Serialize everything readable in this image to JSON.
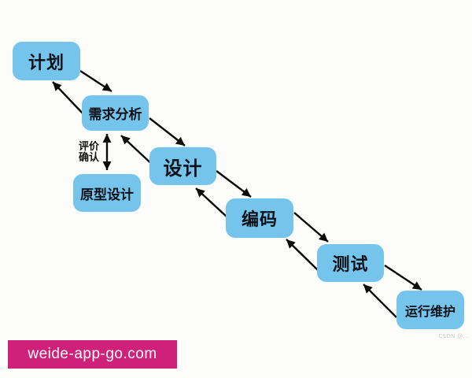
{
  "page": {
    "background": "#fcfcfa"
  },
  "diagram": {
    "type": "flow",
    "title": "",
    "nodes": {
      "plan": {
        "label": "计划"
      },
      "requirements": {
        "label": "需求分析"
      },
      "prototype": {
        "label": "原型设计"
      },
      "design": {
        "label": "设计"
      },
      "coding": {
        "label": "编码"
      },
      "testing": {
        "label": "测试"
      },
      "maintenance": {
        "label": "运行维护"
      }
    },
    "feedback_label": {
      "line1": "评价",
      "line2": "确认"
    },
    "edges": [
      {
        "from": "计划",
        "to": "需求分析",
        "bidirectional": true
      },
      {
        "from": "需求分析",
        "to": "设计",
        "bidirectional": true
      },
      {
        "from": "需求分析",
        "to": "原型设计",
        "bidirectional": true,
        "label": "评价确认"
      },
      {
        "from": "设计",
        "to": "编码",
        "bidirectional": true
      },
      {
        "from": "编码",
        "to": "测试",
        "bidirectional": true
      },
      {
        "from": "测试",
        "to": "运行维护",
        "bidirectional": true
      }
    ],
    "colors": {
      "node_fill": "#74c4eb",
      "node_text": "#0d1117",
      "arrow": "#0a0a0a"
    }
  },
  "watermarks": {
    "site_banner": {
      "text": "weide-app-go.com",
      "background": "#d0217a",
      "text_color": "#ffffff"
    },
    "corner_note": {
      "text": "CSDN @...",
      "color": "#c9c9c9"
    }
  }
}
